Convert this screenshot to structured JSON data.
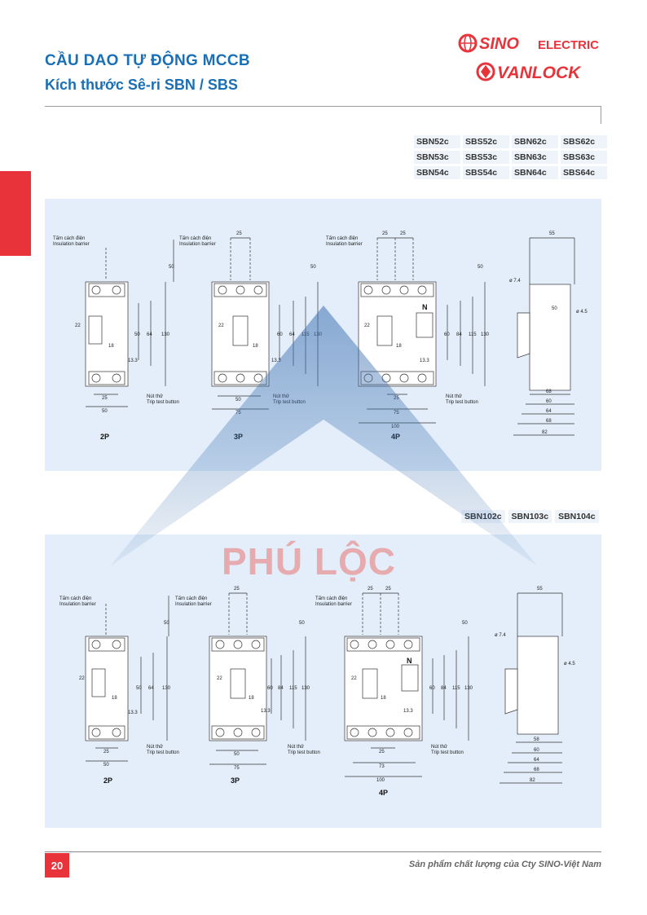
{
  "header": {
    "title_line1": "CẦU DAO TỰ ĐỘNG MCCB",
    "title_line2": "Kích thước Sê-ri SBN / SBS"
  },
  "logo": {
    "brand1": "SINO",
    "brand1_suffix": "ELECTRIC",
    "brand2": "VANLOCK",
    "brand_color": "#e8333a"
  },
  "models_group1": [
    "SBN52c",
    "SBS52c",
    "SBN62c",
    "SBS62c",
    "SBN53c",
    "SBS53c",
    "SBN63c",
    "SBS63c",
    "SBN54c",
    "SBS54c",
    "SBN64c",
    "SBS64c"
  ],
  "models_group2": [
    "SBN102c",
    "SBN103c",
    "SBN104c"
  ],
  "drawing_labels": {
    "barrier_vi": "Tấm cách điện",
    "barrier_en": "Insulation barrier",
    "trip_vi": "Nút thử",
    "trip_en": "Trip test button",
    "neutral": "N"
  },
  "panel1": {
    "poles": [
      "2P",
      "3P",
      "4P"
    ],
    "dims_2p": {
      "top": "50",
      "left": "22",
      "inner": "50",
      "mid": "64",
      "h1": "130",
      "small": "18",
      "offset": "13.3",
      "pitch": "25",
      "width": "50"
    },
    "dims_3p": {
      "pitch": "25",
      "top": "50",
      "left": "22",
      "inner": "60",
      "mid": "64",
      "h1": "115",
      "h2": "130",
      "small": "18",
      "offset": "13.3",
      "inner_w": "50",
      "width": "75"
    },
    "dims_4p": {
      "pitch_a": "25",
      "pitch_b": "25",
      "top": "50",
      "left": "22",
      "inner": "60",
      "mid": "84",
      "h1": "115",
      "h2": "130",
      "small": "18",
      "offset": "13.3",
      "inner_w": "25",
      "mid_w": "75",
      "width": "100"
    },
    "dims_side": {
      "top": "55",
      "hole": "ø 7.4",
      "d1": "50",
      "hole2": "ø 4.5",
      "w1": "68",
      "w2": "60",
      "w3": "64",
      "w4": "68",
      "w5": "82"
    }
  },
  "panel2": {
    "poles": [
      "2P",
      "3P",
      "4P"
    ],
    "dims_2p": {
      "top": "50",
      "left": "22",
      "inner": "50",
      "mid": "64",
      "h1": "130",
      "small": "18",
      "offset": "13.3",
      "pitch": "25",
      "width": "50"
    },
    "dims_3p": {
      "pitch": "25",
      "top": "50",
      "left": "22",
      "inner": "60",
      "mid": "84",
      "h1": "115",
      "h2": "130",
      "small": "18",
      "offset": "13.3",
      "inner_w": "50",
      "width": "75"
    },
    "dims_4p": {
      "pitch_a": "25",
      "pitch_b": "25",
      "top": "50",
      "left": "22",
      "inner": "60",
      "mid": "84",
      "h1": "115",
      "h2": "130",
      "small": "18",
      "offset": "13.3",
      "inner_w": "25",
      "mid_w": "73",
      "width": "100"
    },
    "dims_side": {
      "top": "55",
      "hole": "ø 7.4",
      "hole2": "ø 4.5",
      "w1": "58",
      "w2": "60",
      "w3": "64",
      "w4": "68",
      "w5": "82"
    }
  },
  "watermark": {
    "text": "PHÚ LỘC"
  },
  "footer": {
    "page_number": "20",
    "text": "Sản phẩm chất lượng của Cty SINO-Việt Nam"
  }
}
